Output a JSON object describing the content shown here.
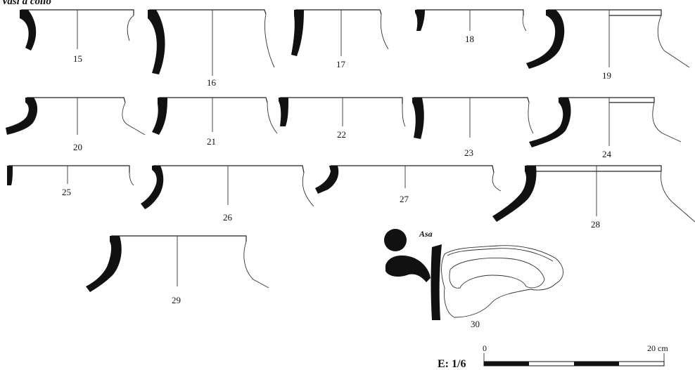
{
  "title": "Vasi a collo",
  "vessel_labels": [
    "15",
    "16",
    "17",
    "18",
    "19",
    "20",
    "21",
    "22",
    "23",
    "24",
    "25",
    "26",
    "27",
    "28",
    "29",
    "30"
  ],
  "handle_label": "Asa",
  "scale": {
    "label": "E: 1/6",
    "start": "0",
    "end": "20 cm"
  }
}
